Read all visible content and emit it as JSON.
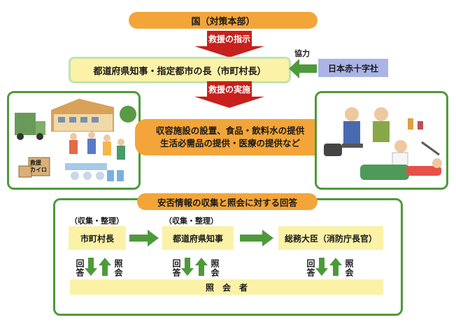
{
  "top": {
    "label": "国（対策本部）"
  },
  "arrow1": {
    "label": "救援の指示"
  },
  "governors": {
    "label": "都道府県知事・指定都市の長（市町村長）"
  },
  "red_cross": {
    "label": "日本赤十字社",
    "cooperation_label": "協力"
  },
  "arrow2": {
    "label": "救援の実施"
  },
  "relief": {
    "line1": "収容施設の設置、食品・飲料水の提供",
    "line2": "生活必需品の提供・医療の提供など"
  },
  "illustrations": {
    "left_box_label": "救援",
    "left_box_sublabel": "カイロ"
  },
  "safety": {
    "title": "安否情報の収集と照会に対する回答",
    "nodes": [
      {
        "note": "（収集・整理）",
        "label": "市町村長"
      },
      {
        "note": "（収集・整理）",
        "label": "都道府県知事"
      },
      {
        "note": "",
        "label": "総務大臣（消防庁長官）"
      }
    ],
    "answer_label": "回答",
    "inquiry_label": "照会",
    "inquirer": "照　会　者"
  },
  "colors": {
    "orange": "#f3a53a",
    "red": "#c8201c",
    "green": "#4e9a3a",
    "yellow": "#fbf2a8",
    "blue": "#aab4e6"
  }
}
